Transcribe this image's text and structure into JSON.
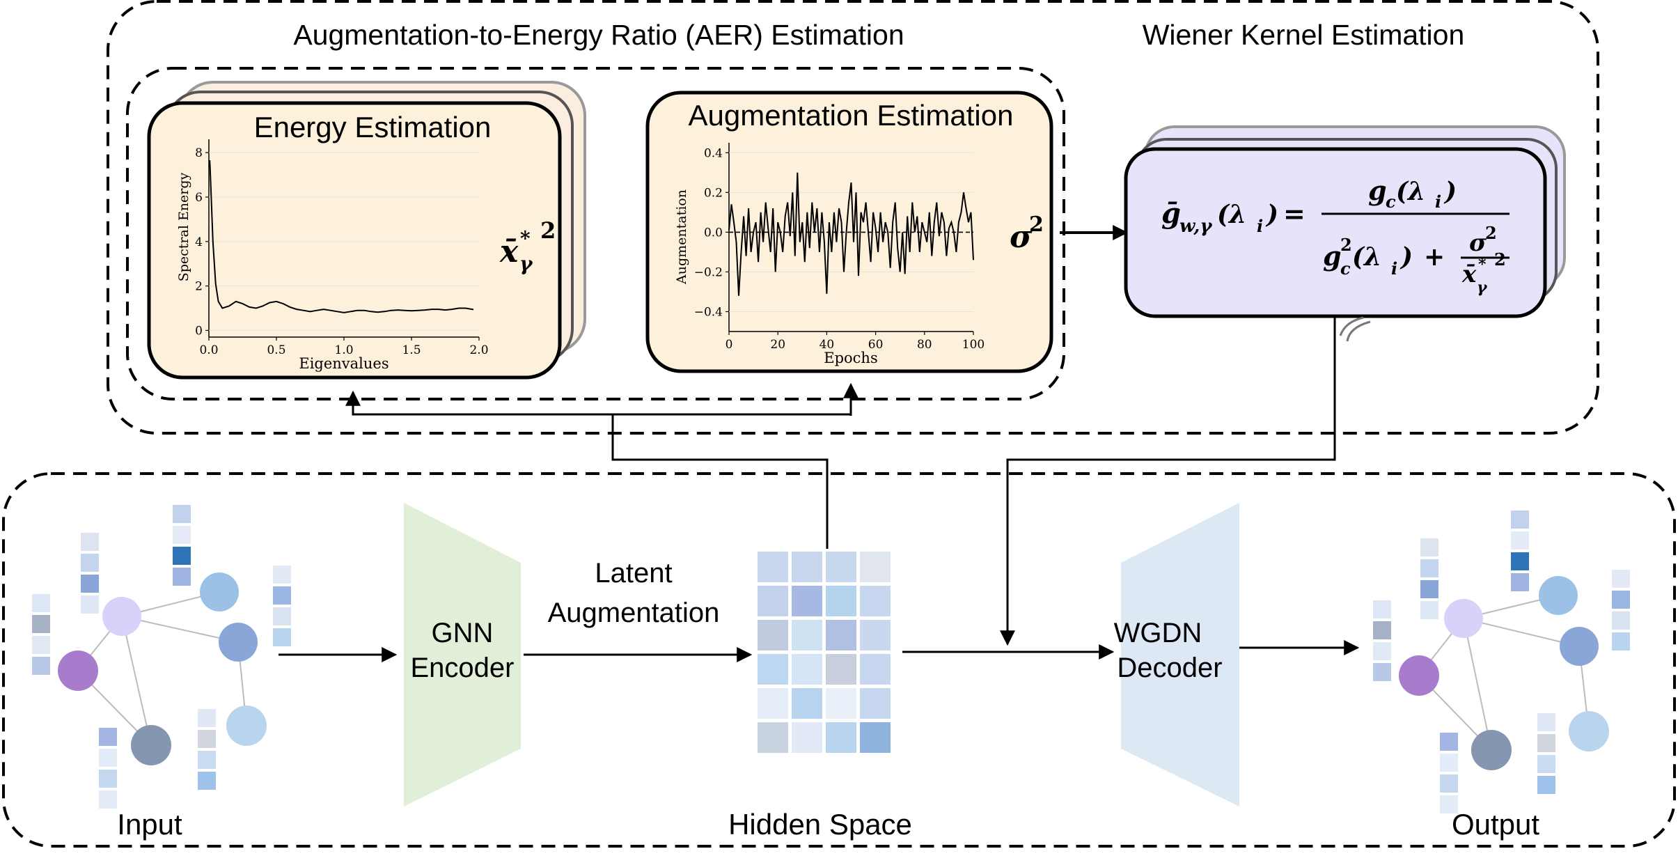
{
  "top_section": {
    "aer_title": "Augmentation-to-Energy Ratio (AER) Estimation",
    "wiener_title": "Wiener Kernel Estimation",
    "energy_panel": {
      "title": "Energy Estimation",
      "symbol_main": "x̄",
      "symbol_sup": "*",
      "symbol_sub": "γ",
      "symbol_pow": "2"
    },
    "augmentation_panel": {
      "title": "Augmentation Estimation",
      "symbol_main": "σ",
      "symbol_pow": "2"
    },
    "wiener_panel": {
      "lhs_main": "ḡ",
      "lhs_sub": "w,γ",
      "lhs_arg": "(λ",
      "lhs_arg_sub": "i",
      "lhs_close": ")",
      "equals": "=",
      "num_main": "g",
      "num_sub": "c",
      "num_arg": "(λ",
      "num_arg_sub": "i",
      "num_close": ")",
      "den_main": "g",
      "den_sup": "2",
      "den_sub": "c",
      "den_arg": "(λ",
      "den_arg_sub": "i",
      "den_close": ")",
      "den_plus": "+",
      "frac_num": "σ",
      "frac_num_pow": "2",
      "frac_den": "x̄",
      "frac_den_sup": "*",
      "frac_den_sub": "γ",
      "frac_den_pow": "2"
    }
  },
  "bottom_section": {
    "input_label": "Input",
    "encoder_line1": "GNN",
    "encoder_line2": "Encoder",
    "latent_line1": "Latent",
    "latent_line2": "Augmentation",
    "hidden_label": "Hidden Space",
    "decoder_line1": "WGDN",
    "decoder_line2": "Decoder",
    "output_label": "Output"
  },
  "colors": {
    "panel_fill": "#fdf1dc",
    "wiener_fill": "#e6e4fb",
    "encoder_fill": "#e1efd8",
    "decoder_fill": "#dde8f5",
    "node_purple_light": "#d6d2fa",
    "node_purple": "#a87ccc",
    "node_blue": "#9bc1e6",
    "node_blue_mid": "#8aa6d8",
    "node_slate": "#8596b0",
    "node_pale_blue": "#b9d5ee"
  },
  "chart_data": [
    {
      "type": "line",
      "title": "",
      "xlabel": "Eigenvalues",
      "ylabel": "Spectral Energy",
      "xlim": [
        0,
        2
      ],
      "ylim": [
        -0.3,
        8.6
      ],
      "xticks": [
        "0.0",
        "0.5",
        "1.0",
        "1.5",
        "2.0"
      ],
      "yticks": [
        "0",
        "2",
        "4",
        "6",
        "8"
      ],
      "grid": "horizontal",
      "x": [
        0.0,
        0.01,
        0.03,
        0.05,
        0.07,
        0.1,
        0.15,
        0.2,
        0.25,
        0.3,
        0.35,
        0.4,
        0.45,
        0.5,
        0.55,
        0.6,
        0.65,
        0.7,
        0.75,
        0.8,
        0.85,
        0.9,
        0.95,
        1.0,
        1.05,
        1.1,
        1.15,
        1.2,
        1.25,
        1.3,
        1.35,
        1.4,
        1.45,
        1.5,
        1.55,
        1.6,
        1.65,
        1.7,
        1.75,
        1.8,
        1.85,
        1.9,
        1.95,
        2.0
      ],
      "series": [
        {
          "values": [
            8.4,
            7.2,
            4.0,
            2.1,
            1.3,
            1.0,
            1.1,
            1.3,
            1.2,
            1.05,
            1.0,
            1.1,
            1.25,
            1.3,
            1.2,
            1.05,
            0.95,
            0.9,
            0.85,
            0.9,
            0.95,
            0.9,
            0.85,
            0.8,
            0.85,
            0.9,
            0.9,
            0.85,
            0.82,
            0.85,
            0.9,
            0.92,
            0.9,
            0.88,
            0.9,
            0.92,
            0.95,
            0.95,
            0.92,
            0.95,
            1.0,
            1.0,
            0.95,
            0.9
          ]
        },
        {
          "values": [
            0,
            0,
            0,
            0,
            0,
            0,
            0,
            0,
            0,
            0,
            0,
            0,
            0,
            0,
            0,
            0,
            0,
            0,
            0,
            0,
            0,
            0,
            0,
            0,
            0,
            0,
            0,
            0,
            0,
            0,
            0,
            0,
            0,
            0,
            0,
            0,
            0,
            0,
            0,
            0,
            0,
            0,
            0,
            0
          ]
        }
      ]
    },
    {
      "type": "line",
      "title": "",
      "xlabel": "Epochs",
      "ylabel": "Augmentation",
      "xlim": [
        0,
        100
      ],
      "ylim": [
        -0.5,
        0.45
      ],
      "xticks": [
        "0",
        "20",
        "40",
        "60",
        "80",
        "100"
      ],
      "yticks": [
        "−0.4",
        "−0.2",
        "0.0",
        "0.2",
        "0.4"
      ],
      "grid": "horizontal",
      "x": [
        0,
        1,
        2,
        3,
        4,
        5,
        6,
        7,
        8,
        9,
        10,
        11,
        12,
        13,
        14,
        15,
        16,
        17,
        18,
        19,
        20,
        21,
        22,
        23,
        24,
        25,
        26,
        27,
        28,
        29,
        30,
        31,
        32,
        33,
        34,
        35,
        36,
        37,
        38,
        39,
        40,
        41,
        42,
        43,
        44,
        45,
        46,
        47,
        48,
        49,
        50,
        51,
        52,
        53,
        54,
        55,
        56,
        57,
        58,
        59,
        60,
        61,
        62,
        63,
        64,
        65,
        66,
        67,
        68,
        69,
        70,
        71,
        72,
        73,
        74,
        75,
        76,
        77,
        78,
        79,
        80,
        81,
        82,
        83,
        84,
        85,
        86,
        87,
        88,
        89,
        90,
        91,
        92,
        93,
        94,
        95,
        96,
        97,
        98,
        99,
        100
      ],
      "series": [
        {
          "values": [
            0.01,
            0.14,
            0.05,
            -0.05,
            -0.32,
            -0.1,
            0.08,
            -0.12,
            0.12,
            -0.1,
            0.0,
            0.05,
            -0.15,
            0.1,
            -0.05,
            0.15,
            0.02,
            -0.1,
            0.12,
            -0.2,
            0.05,
            0.0,
            -0.1,
            0.08,
            0.15,
            -0.02,
            0.2,
            -0.12,
            0.3,
            -0.05,
            0.05,
            -0.15,
            0.1,
            -0.08,
            0.15,
            0.0,
            0.12,
            -0.1,
            0.1,
            -0.05,
            -0.31,
            0.05,
            -0.1,
            0.1,
            -0.05,
            0.12,
            0.05,
            -0.2,
            0.0,
            0.15,
            0.25,
            -0.05,
            0.2,
            -0.22,
            0.1,
            0.05,
            0.15,
            0.0,
            -0.15,
            0.1,
            0.02,
            -0.1,
            0.1,
            -0.05,
            0.05,
            0.0,
            -0.18,
            0.05,
            0.15,
            -0.08,
            -0.2,
            0.0,
            -0.21,
            0.08,
            -0.1,
            0.15,
            0.0,
            0.08,
            -0.1,
            0.05,
            0.0,
            -0.05,
            0.1,
            -0.12,
            0.05,
            0.15,
            -0.02,
            0.1,
            0.05,
            -0.12,
            0.02,
            0.05,
            0.0,
            -0.1,
            0.05,
            0.1,
            0.2,
            0.12,
            0.05,
            0.1,
            -0.14
          ]
        },
        {
          "values": [
            0,
            0,
            0,
            0,
            0,
            0,
            0,
            0,
            0,
            0,
            0,
            0,
            0,
            0,
            0,
            0,
            0,
            0,
            0,
            0,
            0,
            0,
            0,
            0,
            0,
            0,
            0,
            0,
            0,
            0,
            0,
            0,
            0,
            0,
            0,
            0,
            0,
            0,
            0,
            0,
            0,
            0,
            0,
            0,
            0,
            0,
            0,
            0,
            0,
            0,
            0,
            0,
            0,
            0,
            0,
            0,
            0,
            0,
            0,
            0,
            0,
            0,
            0,
            0,
            0,
            0,
            0,
            0,
            0,
            0,
            0,
            0,
            0,
            0,
            0,
            0,
            0,
            0,
            0,
            0,
            0,
            0,
            0,
            0,
            0,
            0,
            0,
            0,
            0,
            0,
            0,
            0,
            0,
            0,
            0,
            0,
            0,
            0,
            0,
            0,
            0
          ]
        }
      ]
    }
  ]
}
